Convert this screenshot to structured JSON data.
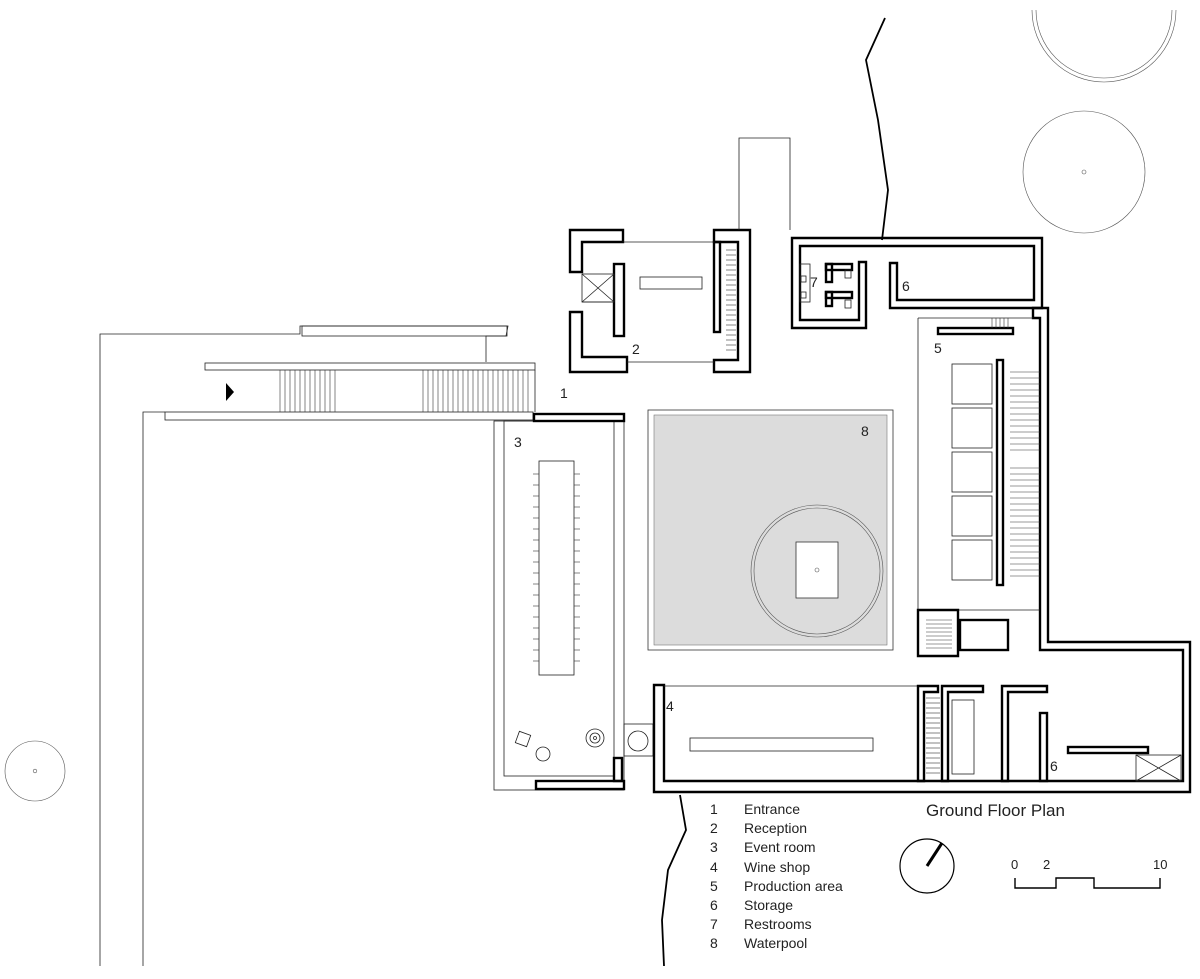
{
  "title": "Ground Floor Plan",
  "rooms": [
    {
      "num": "1",
      "name": "Entrance"
    },
    {
      "num": "2",
      "name": "Reception"
    },
    {
      "num": "3",
      "name": "Event room"
    },
    {
      "num": "4",
      "name": "Wine shop"
    },
    {
      "num": "5",
      "name": "Production area"
    },
    {
      "num": "6",
      "name": "Storage"
    },
    {
      "num": "7",
      "name": "Restrooms"
    },
    {
      "num": "8",
      "name": "Waterpool"
    }
  ],
  "plan_labels": {
    "entrance": "1",
    "reception": "2",
    "event_room": "3",
    "wine_shop": "4",
    "production": "5",
    "storage_top": "6",
    "storage_bottom": "6",
    "restrooms": "7",
    "waterpool": "8"
  },
  "scale_bar": {
    "labels": [
      "0",
      "2",
      "10"
    ]
  },
  "colors": {
    "line": "#000000",
    "pool_fill": "#dcdcdc",
    "background": "#ffffff"
  }
}
